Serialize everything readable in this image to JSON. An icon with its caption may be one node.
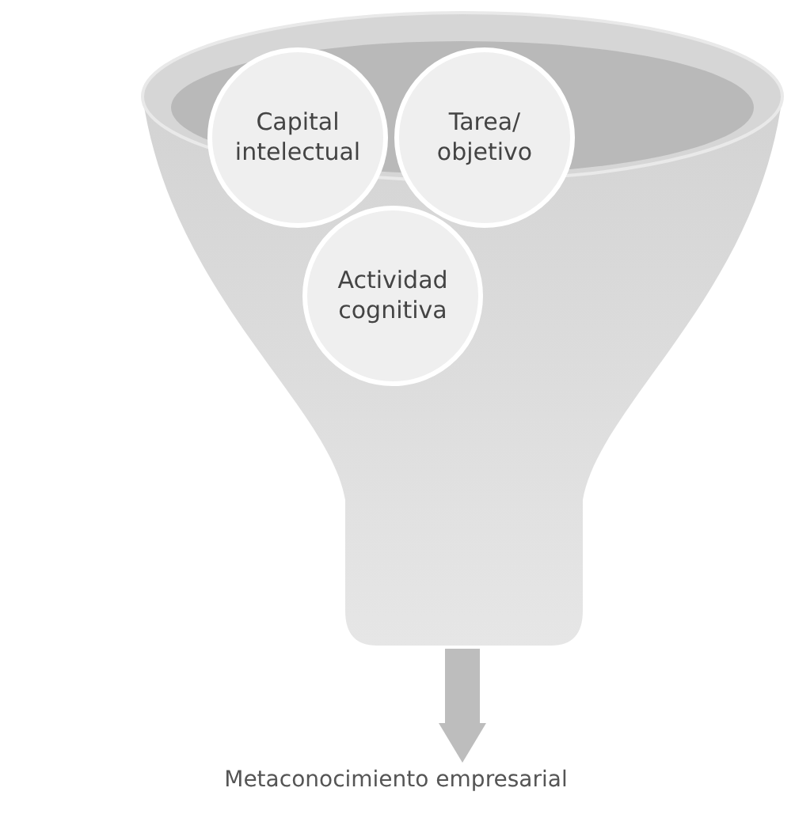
{
  "diagram": {
    "nodes": [
      {
        "text": [],
        "shape": "funnel"
      },
      {
        "text": [
          "Capital intelectual"
        ],
        "in": 0
      },
      {
        "text": [
          "Tarea/ objetivo"
        ],
        "in": 0
      },
      {
        "text": [
          "Actividad cognitiva"
        ],
        "in": 0
      },
      {
        "text": [
          "Metaconocimiento empresarial"
        ]
      }
    ],
    "edges": [
      {
        "from": 0,
        "to": 4,
        "arrow": "to"
      }
    ]
  }
}
